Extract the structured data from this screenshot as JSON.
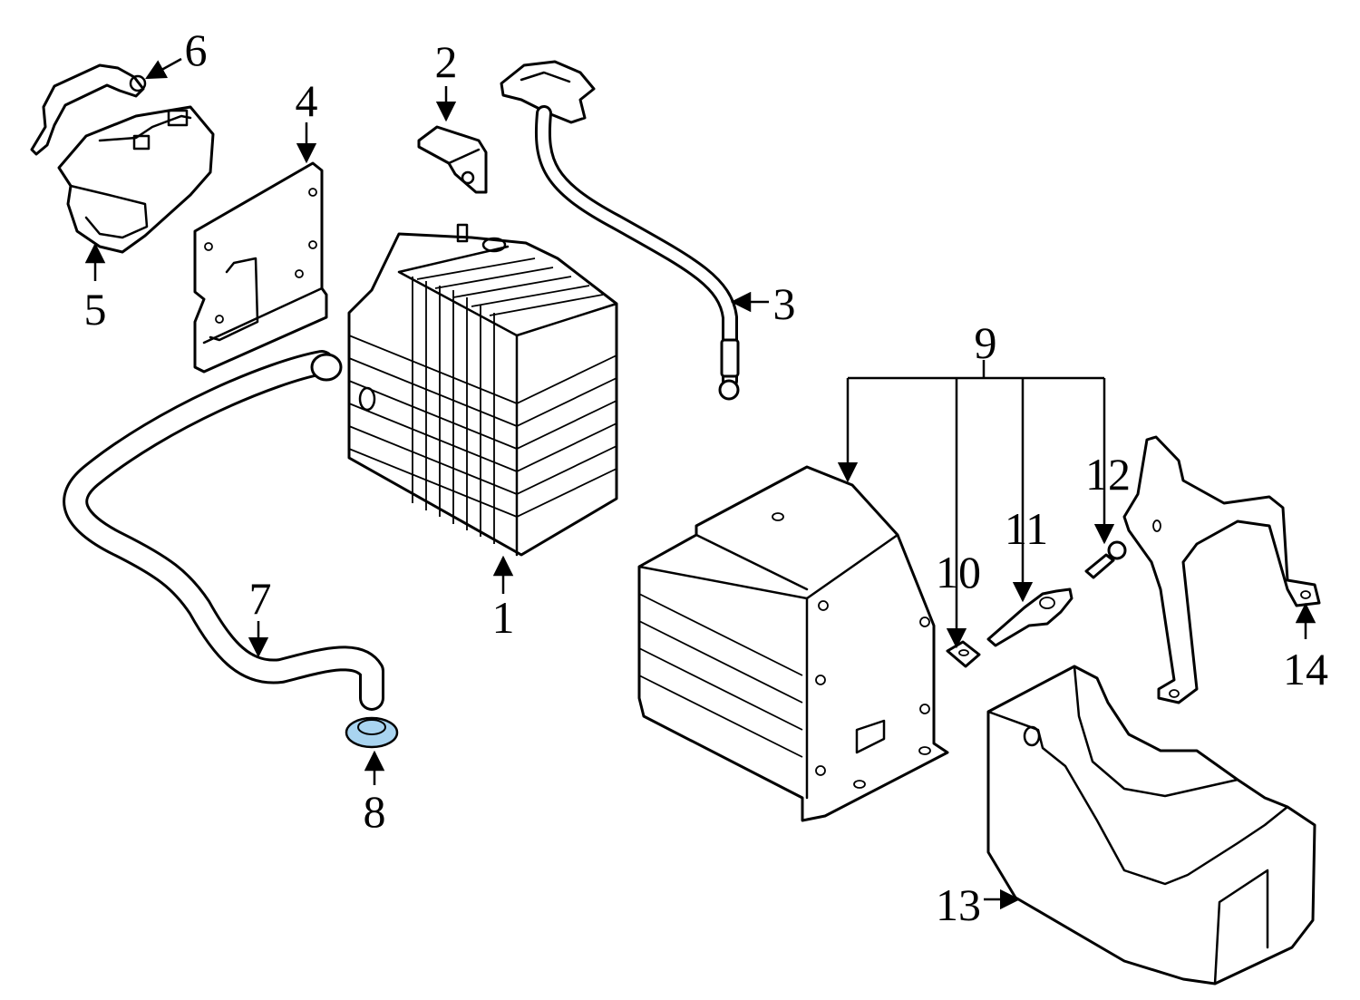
{
  "diagram": {
    "highlight_color": "#a9d4f0",
    "callouts": [
      {
        "id": "1",
        "label": "1"
      },
      {
        "id": "2",
        "label": "2"
      },
      {
        "id": "3",
        "label": "3"
      },
      {
        "id": "4",
        "label": "4"
      },
      {
        "id": "5",
        "label": "5"
      },
      {
        "id": "6",
        "label": "6"
      },
      {
        "id": "7",
        "label": "7"
      },
      {
        "id": "8",
        "label": "8"
      },
      {
        "id": "9",
        "label": "9"
      },
      {
        "id": "10",
        "label": "10"
      },
      {
        "id": "11",
        "label": "11"
      },
      {
        "id": "12",
        "label": "12"
      },
      {
        "id": "13",
        "label": "13"
      },
      {
        "id": "14",
        "label": "14"
      }
    ]
  }
}
